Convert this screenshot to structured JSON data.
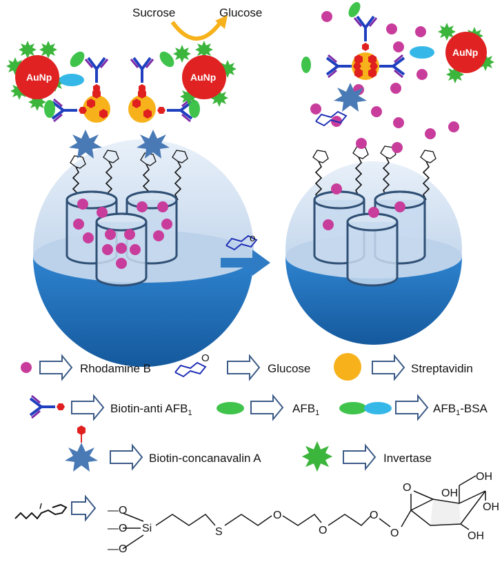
{
  "reaction": {
    "substrate": "Sucrose",
    "product": "Glucose"
  },
  "nanoparticle_label": "AuNp",
  "legend": {
    "rhodamine": "Rhodamine B",
    "glucose": "Glucose",
    "streptavidin": "Streptavidin",
    "biotin_anti": "Biotin-anti AFB",
    "biotin_anti_sub": "1",
    "afb": "AFB",
    "afb_sub": "1",
    "afb_bsa_pre": "AFB",
    "afb_bsa_sub": "1",
    "afb_bsa_post": "-BSA",
    "concanavalin": "Biotin-concanavalin A",
    "invertase": "Invertase"
  },
  "chemical": {
    "oh1": "OH",
    "oh2": "OH",
    "oh3": "OH",
    "oh4": "OH",
    "o_ring": "O",
    "o1": "O",
    "o2": "O",
    "o3": "O",
    "o4": "O",
    "s": "S",
    "si": "Si",
    "ome1": "—O",
    "ome2": "—O",
    "ome3": "—O"
  },
  "colors": {
    "sphere_dark": "#1f6fb8",
    "sphere_light": "#c6d8ec",
    "dye": "#c83c9b",
    "arrow": "#2f7bc4",
    "gold_np": "#e02222",
    "invertase": "#3cb53c",
    "streptavidin": "#f7b21b",
    "concanavalin": "#4a7ab5",
    "afb": "#3fc34b",
    "bsa": "#35b8e8",
    "antibody": "#1f3fbf",
    "biotin": "#e01f1f"
  }
}
